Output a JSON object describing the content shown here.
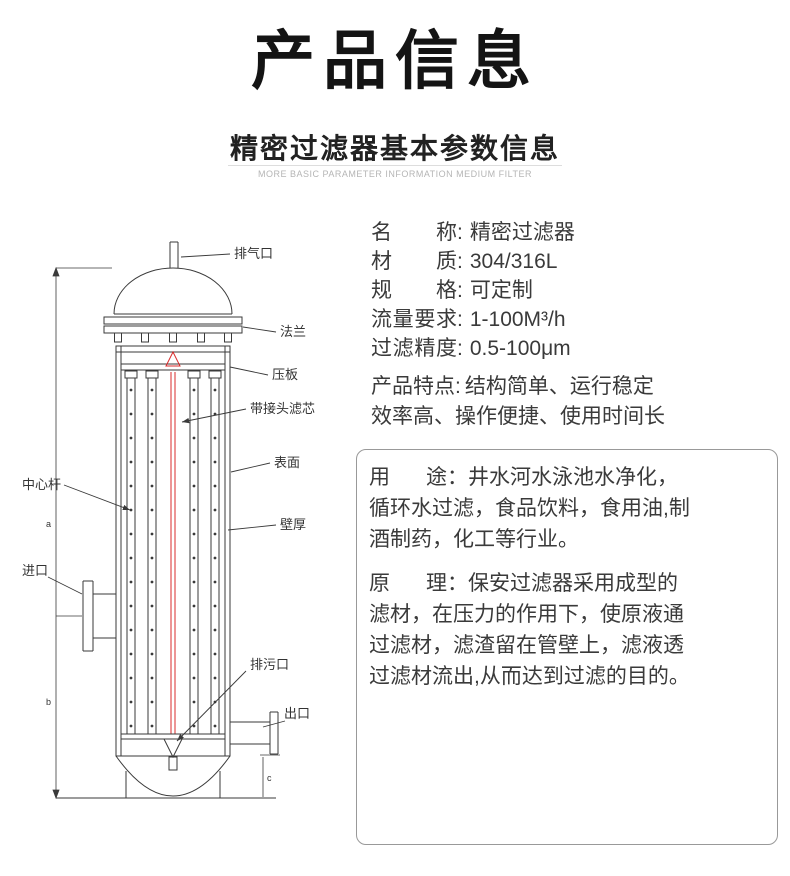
{
  "header": {
    "title": "产品信息",
    "subtitle": "精密过滤器基本参数信息",
    "caption": "MORE BASIC PARAMETER INFORMATION MEDIUM FILTER"
  },
  "ui": {
    "colon": ":",
    "colon_full": "："
  },
  "specs": [
    {
      "label": "名称",
      "value": "精密过滤器"
    },
    {
      "label": "材质",
      "value": "304/316L"
    },
    {
      "label": "规格",
      "value": "可定制"
    },
    {
      "label": "流量要求",
      "value": "1-100M³/h"
    },
    {
      "label": "过滤精度",
      "value": "0.5-100μm"
    }
  ],
  "features": {
    "label": "产品特点",
    "text": "结构简单、运行稳定效率高、操作便捷、使用时间长"
  },
  "info_box": {
    "usage": {
      "label": "用途",
      "text": "井水河水泳池水净化，循环水过滤，食品饮料，食用油,制酒制药，化工等行业。"
    },
    "principle": {
      "label": "原理",
      "text": "保安过滤器采用成型的滤材，在压力的作用下，使原液通过滤材，滤渣留在管壁上，滤液透过滤材流出,从而达到过滤的目的。"
    }
  },
  "diagram": {
    "accent_color": "#d92b2b",
    "labels": {
      "exhaust": "排气口",
      "flange": "法兰",
      "press_plate": "压板",
      "cartridge": "带接头滤芯",
      "surface": "表面",
      "center_rod": "中心杆",
      "wall_thickness": "壁厚",
      "inlet": "进口",
      "drain": "排污口",
      "outlet": "出口",
      "dim_a": "a",
      "dim_b": "b",
      "dim_c": "c"
    }
  }
}
